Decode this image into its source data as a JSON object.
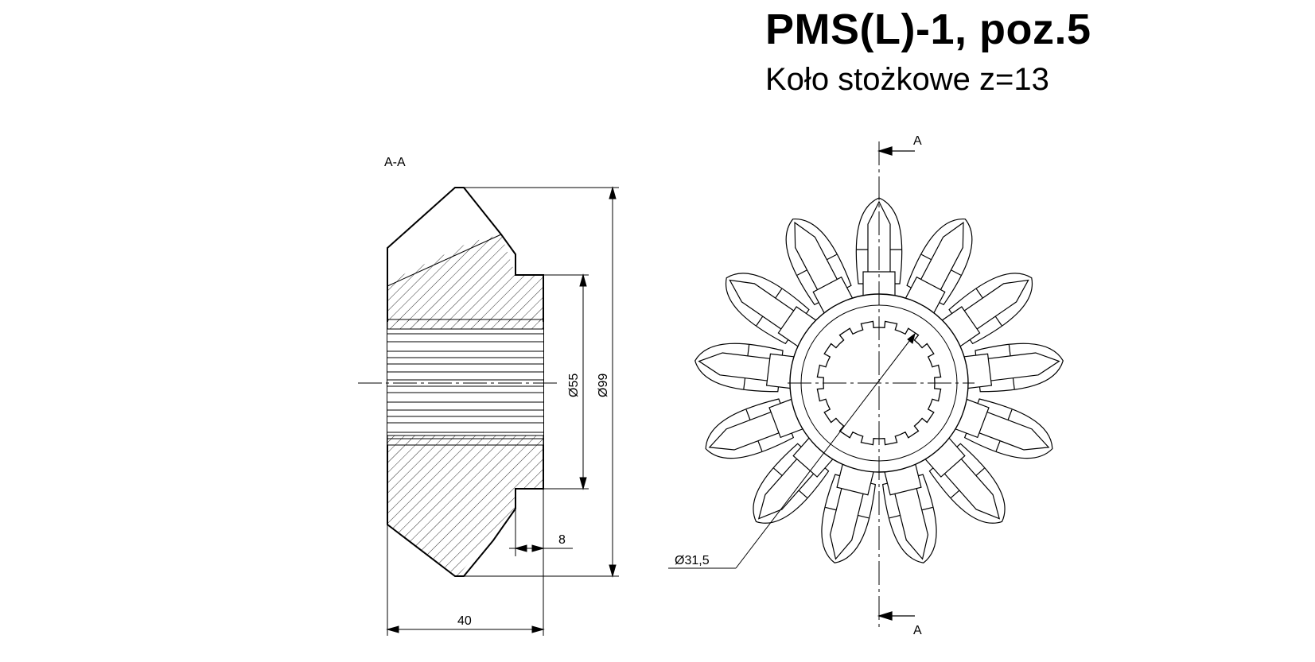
{
  "title": "PMS(L)-1, poz.5",
  "subtitle": "Koło stożkowe z=13",
  "section": {
    "label": "A-A",
    "dims": {
      "bore_diameter": "55",
      "outer_diameter": "99",
      "hub_step": "8",
      "width": "40"
    }
  },
  "front_view": {
    "cut_label_top": "A",
    "cut_label_bottom": "A",
    "inner_diameter": "31,5",
    "tooth_count": 13,
    "spline_count": 16
  },
  "symbols": {
    "diameter": "Ø"
  }
}
